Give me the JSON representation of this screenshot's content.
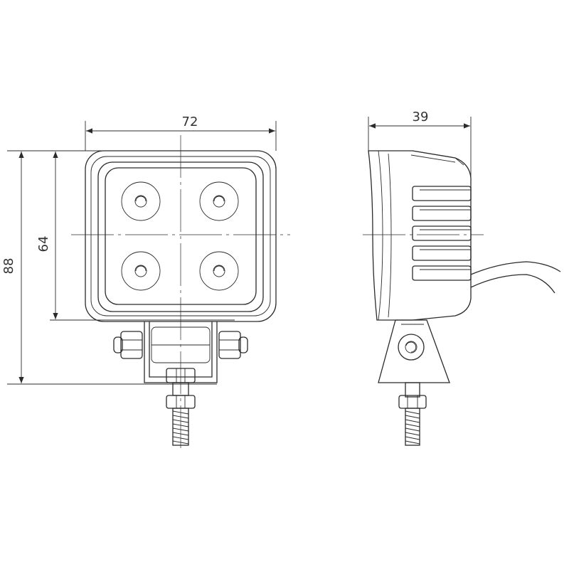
{
  "drawing": {
    "front_view": {
      "width_label": "72",
      "lens_height_label": "64",
      "total_height_label": "88"
    },
    "side_view": {
      "depth_label": "39"
    },
    "colors": {
      "line": "#2b2b2b",
      "text": "#333333",
      "background": "#ffffff"
    }
  }
}
